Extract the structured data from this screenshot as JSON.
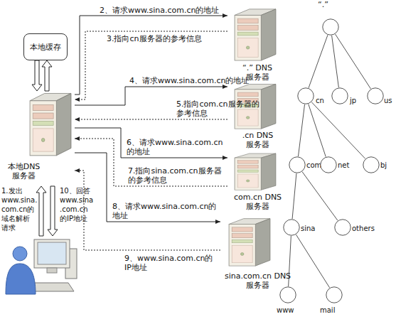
{
  "diagram": {
    "nodes": [
      {
        "text": [
          "本地缓存"
        ]
      },
      {
        "text": [
          "本地DNS 服务器"
        ]
      },
      {
        "text": [
          "“.” DNS 服务器"
        ]
      },
      {
        "text": [
          ".cn DNS 服务器"
        ]
      },
      {
        "text": [
          "com.cn DNS 服务器"
        ]
      },
      {
        "text": [
          "sina.com.cn DNS 服务器"
        ]
      },
      {
        "text": [
          "“.”"
        ]
      },
      {
        "text": [
          "cn"
        ]
      },
      {
        "text": [
          "jp"
        ]
      },
      {
        "text": [
          "us"
        ]
      },
      {
        "text": [
          "com"
        ]
      },
      {
        "text": [
          "net"
        ]
      },
      {
        "text": [
          "bj"
        ]
      },
      {
        "text": [
          "sina"
        ]
      },
      {
        "text": [
          "others"
        ]
      },
      {
        "text": [
          "www"
        ]
      },
      {
        "text": [
          "mail"
        ]
      }
    ],
    "edges": [
      {
        "from": 0,
        "to": 1,
        "arrow": "to"
      },
      {
        "from": 1,
        "to": 0,
        "arrow": "to"
      },
      {
        "from": 1,
        "to": 2,
        "label": "2、请求www.sina.com.cn的地址",
        "arrow": "to"
      },
      {
        "from": 2,
        "to": 1,
        "label": "3.指向cn服务器的参考信息",
        "arrow": "to"
      },
      {
        "from": 1,
        "to": 3,
        "label": "4、请求www.sina.com.cn的地址",
        "arrow": "to"
      },
      {
        "from": 3,
        "to": 1,
        "label": "5.指向com.cn服务器的 参考信息",
        "arrow": "to"
      },
      {
        "from": 1,
        "to": 4,
        "label": "6、请求www.sina.com.cn 的地址",
        "arrow": "to"
      },
      {
        "from": 4,
        "to": 1,
        "label": "7.指向sina.com.cn服务器 的参考信息",
        "arrow": "to"
      },
      {
        "from": 1,
        "to": 5,
        "label": "8、请求www.sina.com.cn的 地址",
        "arrow": "to"
      },
      {
        "from": 5,
        "to": 1,
        "label": "9、www.sina.com.cn的 IP地址",
        "arrow": "to"
      },
      {
        "from": 6,
        "to": 7,
        "arrow": "none"
      },
      {
        "from": 6,
        "to": 8,
        "arrow": "none"
      },
      {
        "from": 6,
        "to": 9,
        "arrow": "none"
      },
      {
        "from": 7,
        "to": 10,
        "arrow": "none"
      },
      {
        "from": 7,
        "to": 11,
        "arrow": "none"
      },
      {
        "from": 7,
        "to": 12,
        "arrow": "none"
      },
      {
        "from": 10,
        "to": 13,
        "arrow": "none"
      },
      {
        "from": 10,
        "to": 14,
        "arrow": "none"
      },
      {
        "from": 13,
        "to": 15,
        "arrow": "none"
      },
      {
        "from": 13,
        "to": 16,
        "arrow": "none"
      }
    ],
    "labels": [
      "1.发出 www.sina. com.cn的 域名解析 请求",
      "10、回答 www.sina .com.cn 的IP地址"
    ]
  }
}
